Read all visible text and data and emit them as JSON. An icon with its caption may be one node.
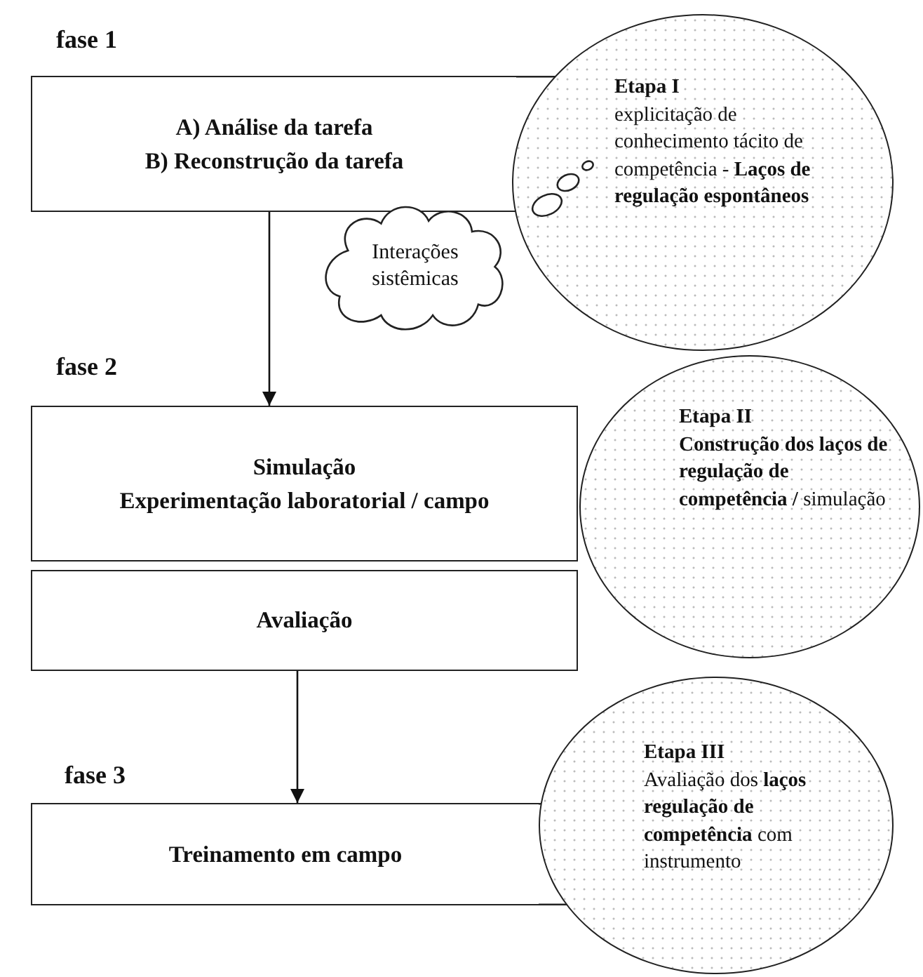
{
  "diagram": {
    "nodes": [
      {
        "text": [
          "A) Análise da tarefa",
          "B) Reconstrução da tarefa"
        ],
        "beside": [
          "fase 1"
        ]
      },
      {
        "text": [
          "Etapa I",
          "explicitação de conhecimento tácito de competência - **Laços de regulação espontâneos**"
        ]
      },
      {
        "text": [
          "Interações sistêmicas"
        ]
      },
      {
        "text": [
          "Simulação",
          "Experimentação laboratorial / campo"
        ],
        "beside": [
          "fase 2"
        ]
      },
      {
        "text": [
          "Avaliação"
        ]
      },
      {
        "text": [
          "Etapa II",
          "**Construção dos laços de regulação de competência /** simulação"
        ]
      },
      {
        "text": [
          "Treinamento em campo"
        ],
        "beside": [
          "fase 3"
        ]
      },
      {
        "text": [
          "Etapa III",
          "Avaliação dos **laços regulação de competência** com instrumento"
        ]
      }
    ],
    "edges": [
      {
        "from": 0,
        "to": 3,
        "arrow": "to"
      },
      {
        "from": 4,
        "to": 6,
        "arrow": "to"
      }
    ]
  }
}
